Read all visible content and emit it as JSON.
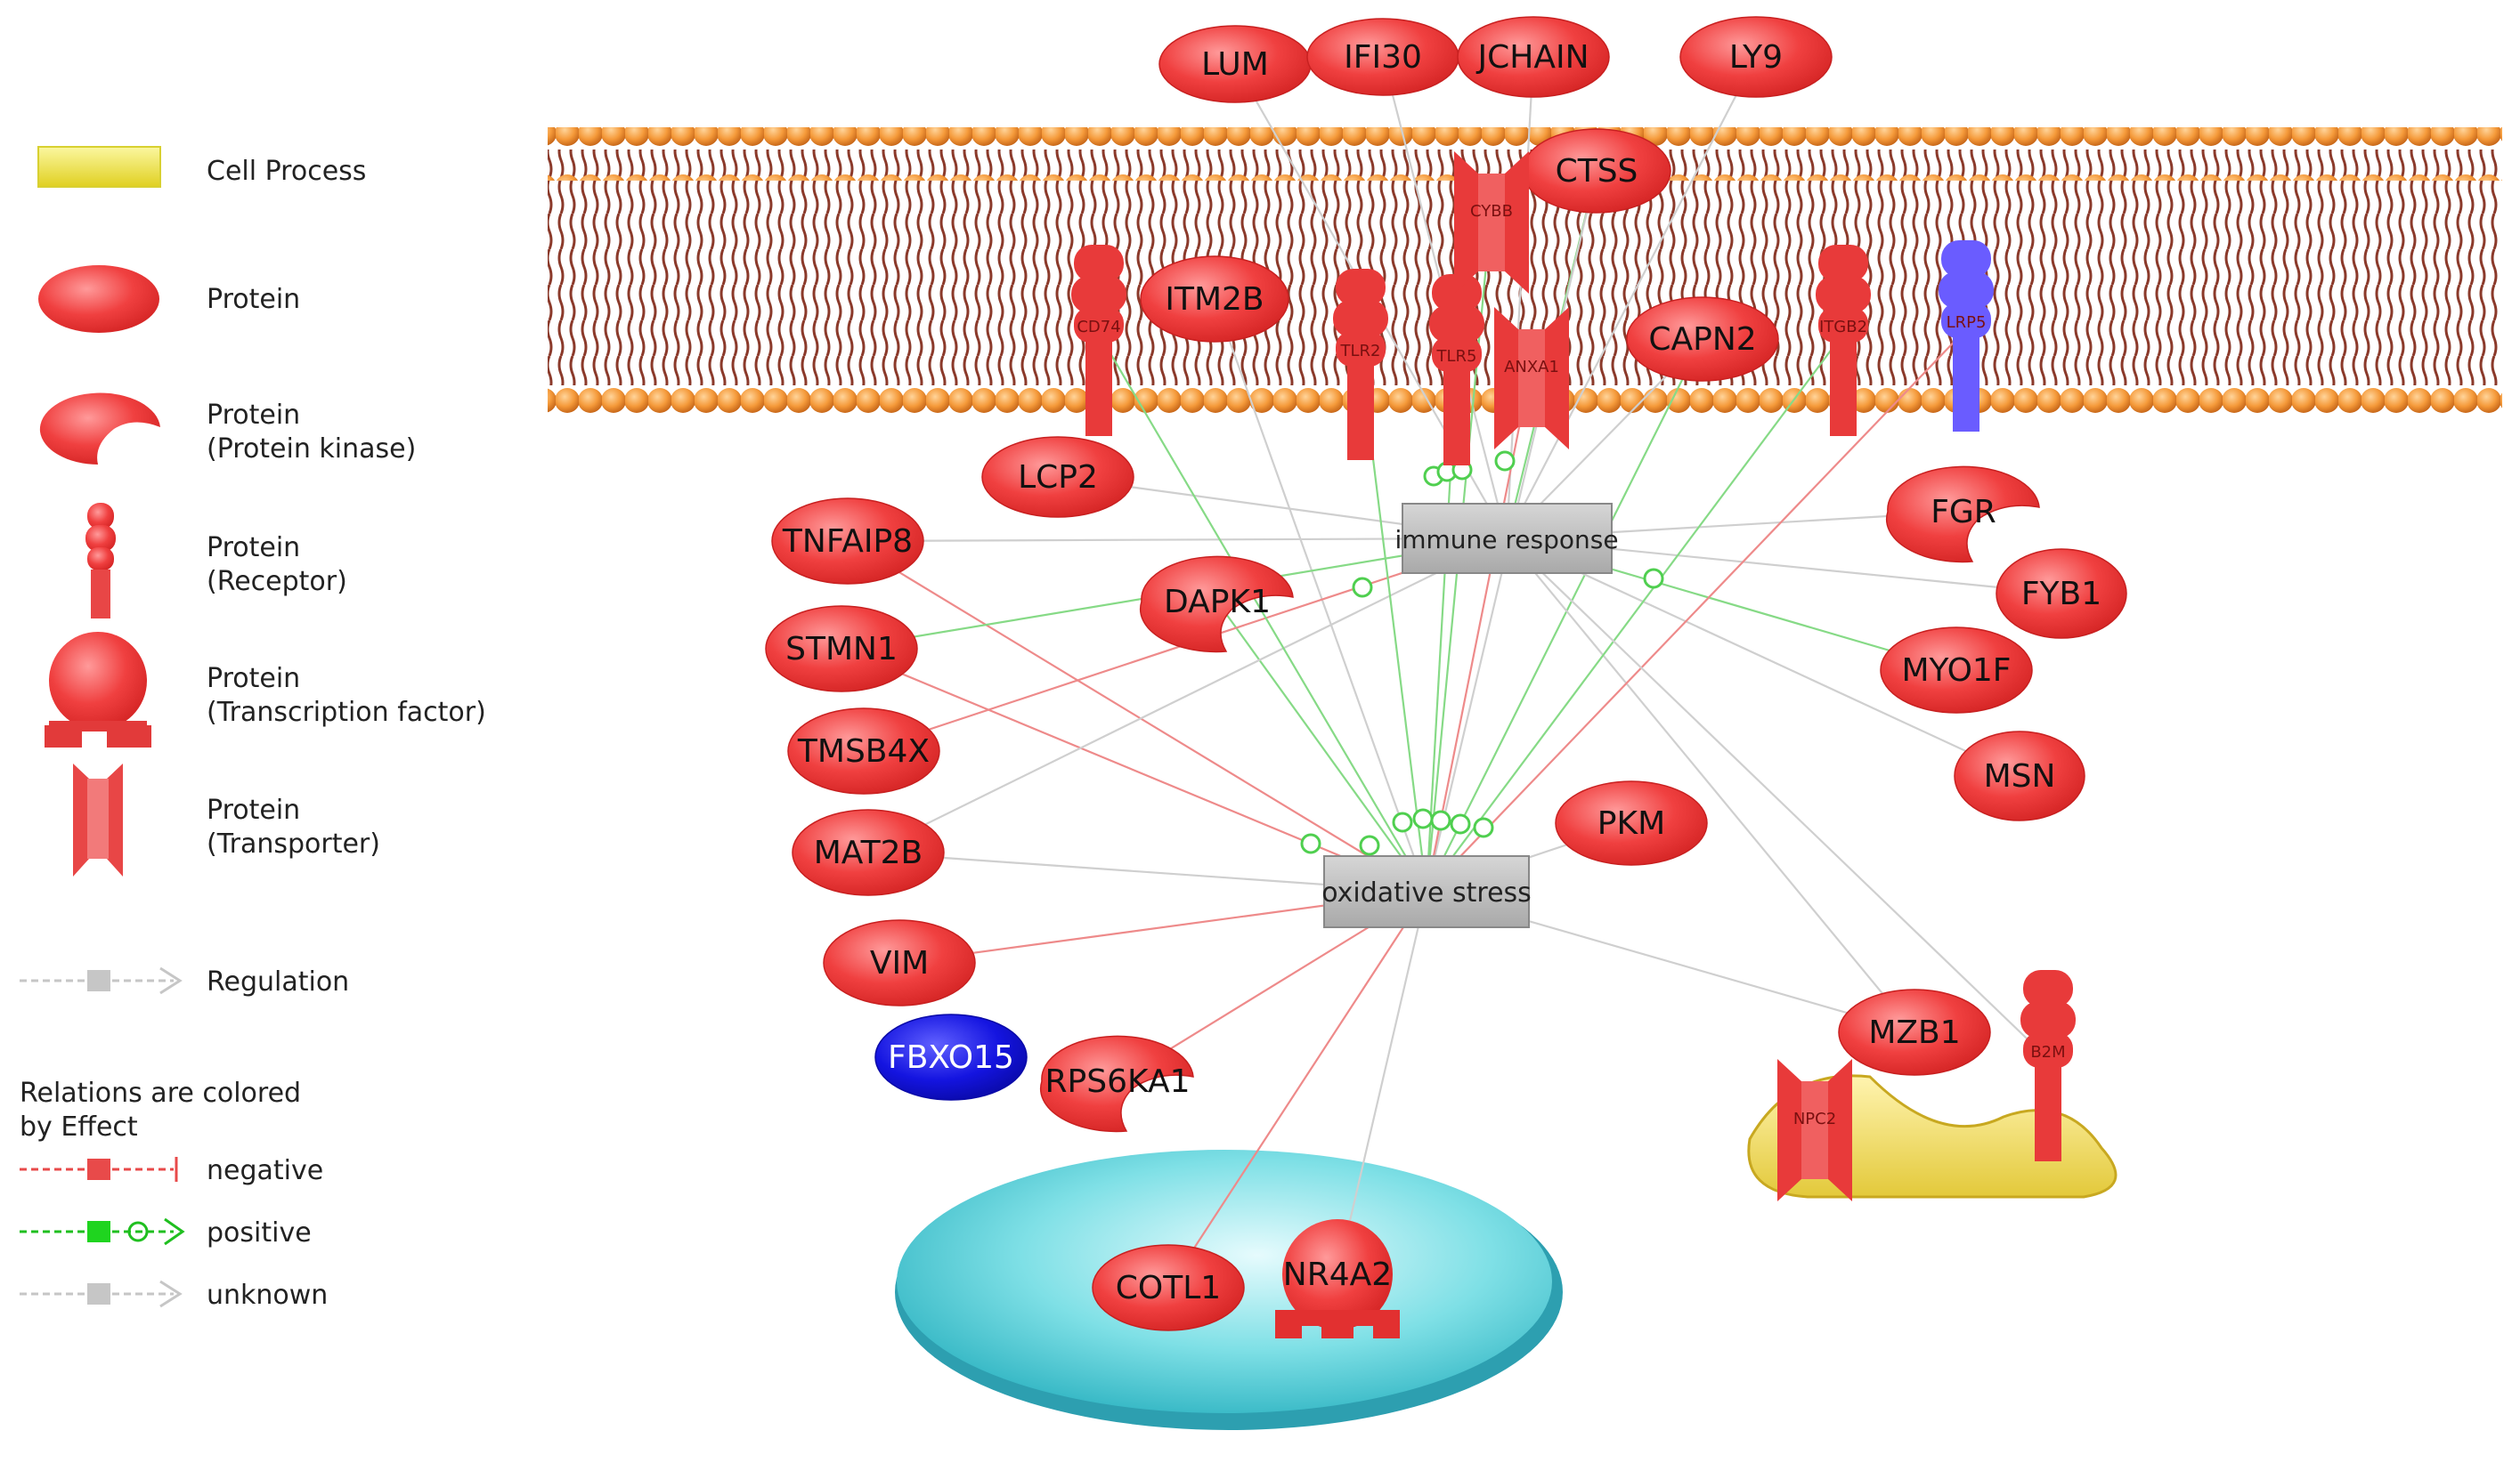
{
  "legend": {
    "cell_process": "Cell Process",
    "protein": "Protein",
    "protein_kinase_line1": "Protein",
    "protein_kinase_line2": "(Protein kinase)",
    "receptor_line1": "Protein",
    "receptor_line2": "(Receptor)",
    "tf_line1": "Protein",
    "tf_line2": "(Transcription factor)",
    "transporter_line1": "Protein",
    "transporter_line2": "(Transporter)",
    "regulation": "Regulation",
    "relations_line1": "Relations are colored",
    "relations_line2": "by Effect",
    "negative": "negative",
    "positive": "positive",
    "unknown": "unknown"
  },
  "colors": {
    "protein_red": "#e83a3a",
    "protein_blue": "#1414e0",
    "receptor_blue": "#6a5cff",
    "negative": "#e86a6a",
    "positive": "#5fcf5f",
    "unknown": "#c8c8c8",
    "membrane_head": "#f59a3a",
    "cell_process": "#e6e64a",
    "nucleus": "#5fd4dc"
  },
  "processes": {
    "immune": "immune response",
    "oxidative": "oxidative stress"
  },
  "nodes": [
    {
      "id": "LUM",
      "label": "LUM",
      "type": "protein",
      "color": "red"
    },
    {
      "id": "IFI30",
      "label": "IFI30",
      "type": "protein",
      "color": "red"
    },
    {
      "id": "JCHAIN",
      "label": "JCHAIN",
      "type": "protein",
      "color": "red"
    },
    {
      "id": "LY9",
      "label": "LY9",
      "type": "protein",
      "color": "red"
    },
    {
      "id": "CTSS",
      "label": "CTSS",
      "type": "protein",
      "color": "red"
    },
    {
      "id": "ITM2B",
      "label": "ITM2B",
      "type": "protein",
      "color": "red"
    },
    {
      "id": "CAPN2",
      "label": "CAPN2",
      "type": "protein",
      "color": "red"
    },
    {
      "id": "LCP2",
      "label": "LCP2",
      "type": "protein",
      "color": "red"
    },
    {
      "id": "TNFAIP8",
      "label": "TNFAIP8",
      "type": "protein",
      "color": "red"
    },
    {
      "id": "DAPK1",
      "label": "DAPK1",
      "type": "kinase",
      "color": "red"
    },
    {
      "id": "STMN1",
      "label": "STMN1",
      "type": "protein",
      "color": "red"
    },
    {
      "id": "TMSB4X",
      "label": "TMSB4X",
      "type": "protein",
      "color": "red"
    },
    {
      "id": "MAT2B",
      "label": "MAT2B",
      "type": "protein",
      "color": "red"
    },
    {
      "id": "VIM",
      "label": "VIM",
      "type": "protein",
      "color": "red"
    },
    {
      "id": "FBXO15",
      "label": "FBXO15",
      "type": "protein",
      "color": "blue"
    },
    {
      "id": "RPS6KA1",
      "label": "RPS6KA1",
      "type": "kinase",
      "color": "red"
    },
    {
      "id": "PKM",
      "label": "PKM",
      "type": "protein",
      "color": "red"
    },
    {
      "id": "FGR",
      "label": "FGR",
      "type": "kinase",
      "color": "red"
    },
    {
      "id": "FYB1",
      "label": "FYB1",
      "type": "protein",
      "color": "red"
    },
    {
      "id": "MYO1F",
      "label": "MYO1F",
      "type": "protein",
      "color": "red"
    },
    {
      "id": "MSN",
      "label": "MSN",
      "type": "protein",
      "color": "red"
    },
    {
      "id": "MZB1",
      "label": "MZB1",
      "type": "protein",
      "color": "red"
    },
    {
      "id": "COTL1",
      "label": "COTL1",
      "type": "protein",
      "color": "red"
    },
    {
      "id": "NR4A2",
      "label": "NR4A2",
      "type": "tf",
      "color": "red"
    },
    {
      "id": "CD74",
      "label": "CD74",
      "type": "receptor",
      "color": "red"
    },
    {
      "id": "TLR2",
      "label": "TLR2",
      "type": "receptor",
      "color": "red"
    },
    {
      "id": "TLR5",
      "label": "TLR5",
      "type": "receptor",
      "color": "red"
    },
    {
      "id": "ITGB2",
      "label": "ITGB2",
      "type": "receptor",
      "color": "red"
    },
    {
      "id": "LRP5",
      "label": "LRP5",
      "type": "receptor",
      "color": "blue"
    },
    {
      "id": "B2M",
      "label": "B2M",
      "type": "receptor",
      "color": "red"
    },
    {
      "id": "CYBB",
      "label": "CYBB",
      "type": "transporter",
      "color": "red"
    },
    {
      "id": "ANXA1",
      "label": "ANXA1",
      "type": "transporter",
      "color": "red"
    },
    {
      "id": "NPC2",
      "label": "NPC2",
      "type": "transporter",
      "color": "red"
    }
  ],
  "edges": [
    {
      "from": "LUM",
      "to": "immune",
      "effect": "unknown"
    },
    {
      "from": "IFI30",
      "to": "immune",
      "effect": "unknown"
    },
    {
      "from": "JCHAIN",
      "to": "immune",
      "effect": "unknown"
    },
    {
      "from": "LY9",
      "to": "immune",
      "effect": "unknown"
    },
    {
      "from": "CTSS",
      "to": "immune",
      "effect": "positive"
    },
    {
      "from": "CTSS",
      "to": "oxidative",
      "effect": "unknown"
    },
    {
      "from": "ITM2B",
      "to": "oxidative",
      "effect": "unknown"
    },
    {
      "from": "CAPN2",
      "to": "immune",
      "effect": "unknown"
    },
    {
      "from": "CAPN2",
      "to": "oxidative",
      "effect": "positive"
    },
    {
      "from": "LCP2",
      "to": "immune",
      "effect": "unknown"
    },
    {
      "from": "TNFAIP8",
      "to": "immune",
      "effect": "unknown"
    },
    {
      "from": "TNFAIP8",
      "to": "oxidative",
      "effect": "negative"
    },
    {
      "from": "DAPK1",
      "to": "oxidative",
      "effect": "positive"
    },
    {
      "from": "STMN1",
      "to": "immune",
      "effect": "positive"
    },
    {
      "from": "STMN1",
      "to": "oxidative",
      "effect": "negative"
    },
    {
      "from": "TMSB4X",
      "to": "immune",
      "effect": "negative"
    },
    {
      "from": "MAT2B",
      "to": "immune",
      "effect": "unknown"
    },
    {
      "from": "MAT2B",
      "to": "oxidative",
      "effect": "unknown"
    },
    {
      "from": "VIM",
      "to": "oxidative",
      "effect": "negative"
    },
    {
      "from": "RPS6KA1",
      "to": "oxidative",
      "effect": "negative"
    },
    {
      "from": "PKM",
      "to": "oxidative",
      "effect": "unknown"
    },
    {
      "from": "FGR",
      "to": "immune",
      "effect": "unknown"
    },
    {
      "from": "FYB1",
      "to": "immune",
      "effect": "unknown"
    },
    {
      "from": "MYO1F",
      "to": "immune",
      "effect": "positive"
    },
    {
      "from": "MSN",
      "to": "immune",
      "effect": "unknown"
    },
    {
      "from": "MZB1",
      "to": "immune",
      "effect": "unknown"
    },
    {
      "from": "MZB1",
      "to": "oxidative",
      "effect": "unknown"
    },
    {
      "from": "COTL1",
      "to": "oxidative",
      "effect": "negative"
    },
    {
      "from": "NR4A2",
      "to": "oxidative",
      "effect": "unknown"
    },
    {
      "from": "CD74",
      "to": "oxidative",
      "effect": "positive"
    },
    {
      "from": "TLR2",
      "to": "oxidative",
      "effect": "positive"
    },
    {
      "from": "TLR5",
      "to": "oxidative",
      "effect": "positive"
    },
    {
      "from": "ITGB2",
      "to": "oxidative",
      "effect": "positive"
    },
    {
      "from": "LRP5",
      "to": "oxidative",
      "effect": "negative"
    },
    {
      "from": "CYBB",
      "to": "oxidative",
      "effect": "positive"
    },
    {
      "from": "ANXA1",
      "to": "oxidative",
      "effect": "negative"
    },
    {
      "from": "B2M",
      "to": "immune",
      "effect": "unknown"
    }
  ]
}
